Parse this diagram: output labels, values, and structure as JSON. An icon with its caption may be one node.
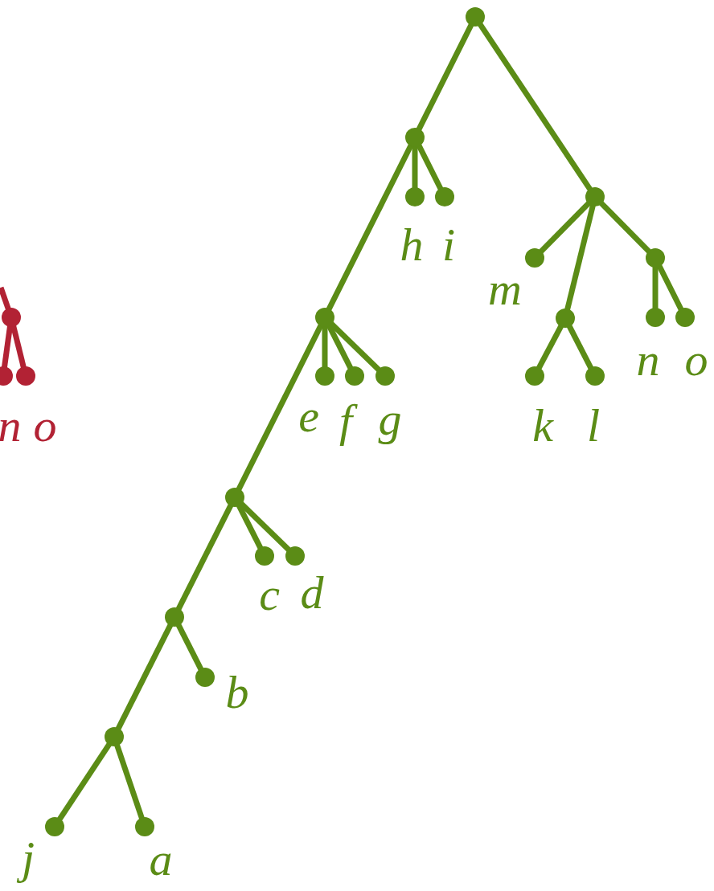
{
  "diagram": {
    "nodes": [
      {
        "text": [],
        "shape": "circle"
      },
      {
        "text": [],
        "shape": "circle"
      },
      {
        "text": [],
        "shape": "circle",
        "beside": [
          "h"
        ]
      },
      {
        "text": [],
        "shape": "circle",
        "beside": [
          "i"
        ]
      },
      {
        "text": [],
        "shape": "circle"
      },
      {
        "text": [],
        "shape": "circle",
        "beside": [
          "e"
        ]
      },
      {
        "text": [],
        "shape": "circle",
        "beside": [
          "f"
        ]
      },
      {
        "text": [],
        "shape": "circle",
        "beside": [
          "g"
        ]
      },
      {
        "text": [],
        "shape": "circle"
      },
      {
        "text": [],
        "shape": "circle",
        "beside": [
          "c"
        ]
      },
      {
        "text": [],
        "shape": "circle",
        "beside": [
          "d"
        ]
      },
      {
        "text": [],
        "shape": "circle"
      },
      {
        "text": [],
        "shape": "circle",
        "beside": [
          "b"
        ]
      },
      {
        "text": [],
        "shape": "circle"
      },
      {
        "text": [],
        "shape": "circle",
        "beside": [
          "j"
        ]
      },
      {
        "text": [],
        "shape": "circle",
        "beside": [
          "a"
        ]
      },
      {
        "text": [],
        "shape": "circle"
      },
      {
        "text": [],
        "shape": "circle",
        "beside": [
          "m"
        ]
      },
      {
        "text": [],
        "shape": "circle"
      },
      {
        "text": [],
        "shape": "circle",
        "beside": [
          "k"
        ]
      },
      {
        "text": [],
        "shape": "circle",
        "beside": [
          "l"
        ]
      },
      {
        "text": [],
        "shape": "circle"
      },
      {
        "text": [],
        "shape": "circle",
        "beside": [
          "n"
        ]
      },
      {
        "text": [],
        "shape": "circle",
        "beside": [
          "o"
        ]
      },
      {
        "text": [],
        "shape": "circle"
      },
      {
        "text": [],
        "shape": "circle",
        "beside": [
          "n"
        ]
      },
      {
        "text": [],
        "shape": "circle",
        "beside": [
          "o"
        ]
      }
    ],
    "edges": [
      {
        "from": 0,
        "to": 1,
        "arrow": "none"
      },
      {
        "from": 1,
        "to": 2,
        "arrow": "none"
      },
      {
        "from": 1,
        "to": 3,
        "arrow": "none"
      },
      {
        "from": 1,
        "to": 4,
        "arrow": "none"
      },
      {
        "from": 4,
        "to": 5,
        "arrow": "none"
      },
      {
        "from": 4,
        "to": 6,
        "arrow": "none"
      },
      {
        "from": 4,
        "to": 7,
        "arrow": "none"
      },
      {
        "from": 4,
        "to": 8,
        "arrow": "none"
      },
      {
        "from": 8,
        "to": 9,
        "arrow": "none"
      },
      {
        "from": 8,
        "to": 10,
        "arrow": "none"
      },
      {
        "from": 8,
        "to": 11,
        "arrow": "none"
      },
      {
        "from": 11,
        "to": 12,
        "arrow": "none"
      },
      {
        "from": 11,
        "to": 13,
        "arrow": "none"
      },
      {
        "from": 13,
        "to": 14,
        "arrow": "none"
      },
      {
        "from": 13,
        "to": 15,
        "arrow": "none"
      },
      {
        "from": 0,
        "to": 16,
        "arrow": "none"
      },
      {
        "from": 16,
        "to": 17,
        "arrow": "none"
      },
      {
        "from": 16,
        "to": 18,
        "arrow": "none"
      },
      {
        "from": 16,
        "to": 21,
        "arrow": "none"
      },
      {
        "from": 18,
        "to": 19,
        "arrow": "none"
      },
      {
        "from": 18,
        "to": 20,
        "arrow": "none"
      },
      {
        "from": 21,
        "to": 22,
        "arrow": "none"
      },
      {
        "from": 21,
        "to": 23,
        "arrow": "none"
      },
      {
        "from": null,
        "to": 24,
        "arrow": "none",
        "color": "#b22234"
      },
      {
        "from": 24,
        "to": 25,
        "arrow": "none",
        "color": "#b22234"
      },
      {
        "from": 24,
        "to": 26,
        "arrow": "none",
        "color": "#b22234"
      }
    ]
  }
}
